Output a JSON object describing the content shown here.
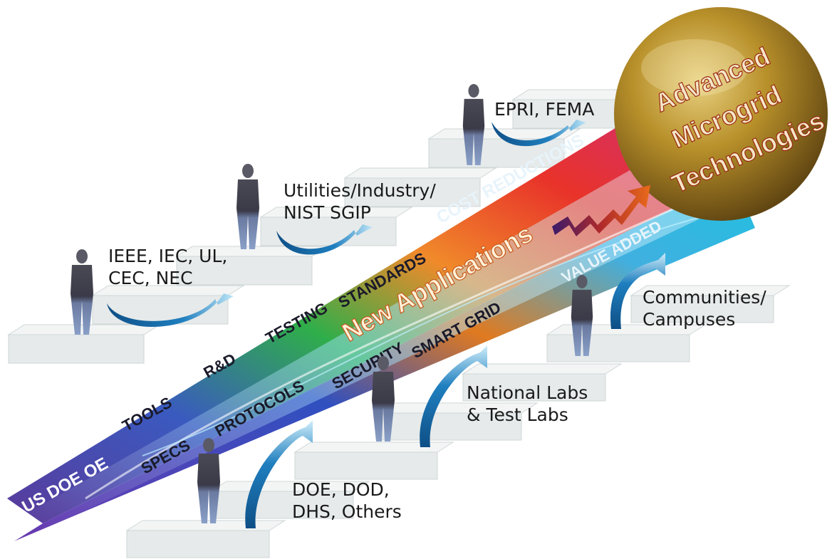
{
  "colors": {
    "beam_start": "#5a3a9a",
    "beam_mid": "#2ea0d8",
    "beam_green": "#2fae4a",
    "beam_orange": "#f08a2a",
    "beam_red": "#e8322a",
    "arrow_blue": "#1f7fbf",
    "arrow_orange": "#e86a1a",
    "globe_gold": "#b8902a",
    "globe_dark": "#5a4010",
    "stair_face": "#e6eaea",
    "stair_top": "#f3f5f5"
  },
  "globe": {
    "line1": "Advanced",
    "line2": "Microgrid",
    "line3": "Technologies"
  },
  "beam": {
    "origin": "US DOE OE",
    "upper_terms": [
      "TOOLS",
      "R&D",
      "TESTING",
      "STANDARDS",
      "COST REDUCTIONS"
    ],
    "center_term": "New Applications",
    "lower_terms": [
      "SPECS",
      "PROTOCOLS",
      "SECURITY",
      "SMART GRID",
      "VALUE ADDED"
    ]
  },
  "upper_stakeholders": [
    {
      "line1": "IEEE, IEC, UL,",
      "line2": "CEC, NEC"
    },
    {
      "line1": "Utilities/Industry/",
      "line2": "NIST SGIP"
    },
    {
      "line1": "EPRI, FEMA",
      "line2": ""
    }
  ],
  "lower_stakeholders": [
    {
      "line1": "DOE, DOD,",
      "line2": "DHS, Others"
    },
    {
      "line1": "National Labs",
      "line2": "& Test Labs"
    },
    {
      "line1": "Communities/",
      "line2": "Campuses"
    }
  ]
}
